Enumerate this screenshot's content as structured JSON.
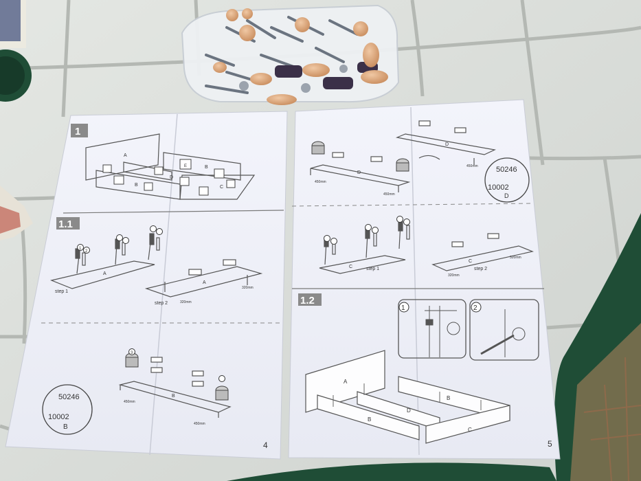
{
  "left_sheet": {
    "step_1": "1",
    "step_1_1": "1.1",
    "page_number": "4",
    "sub_step_1": "step 1",
    "sub_step_2": "step 2",
    "part_a": "A",
    "part_b": "B",
    "part_c": "C",
    "part_d": "D",
    "part_e": "E",
    "measure_320": "320mm",
    "measure_450": "450mm",
    "badge_code_top": "50246",
    "badge_code_bottom": "10002",
    "badge_part": "B",
    "callout_1": "1",
    "callout_2": "2",
    "callout_3": "3"
  },
  "right_sheet": {
    "step_1_2": "1.2",
    "page_number": "5",
    "sub_step_1": "step 1",
    "sub_step_2": "step 2",
    "part_a": "A",
    "part_b": "B",
    "part_c": "C",
    "part_d": "D",
    "measure_320": "320mm",
    "measure_450": "450mm",
    "badge_code_top": "50246",
    "badge_code_bottom": "10002",
    "badge_part": "D",
    "detail_1": "1",
    "detail_2": "2"
  },
  "colors": {
    "tile_bg": "#d9ddd9",
    "grout": "#b9bdb8",
    "paper": "#f4f5fb",
    "line": "#555555",
    "header_box": "#8a8a8a",
    "table_green": "#1f4d36",
    "wood": "#d9a57a",
    "bag": "#e9edf1"
  }
}
